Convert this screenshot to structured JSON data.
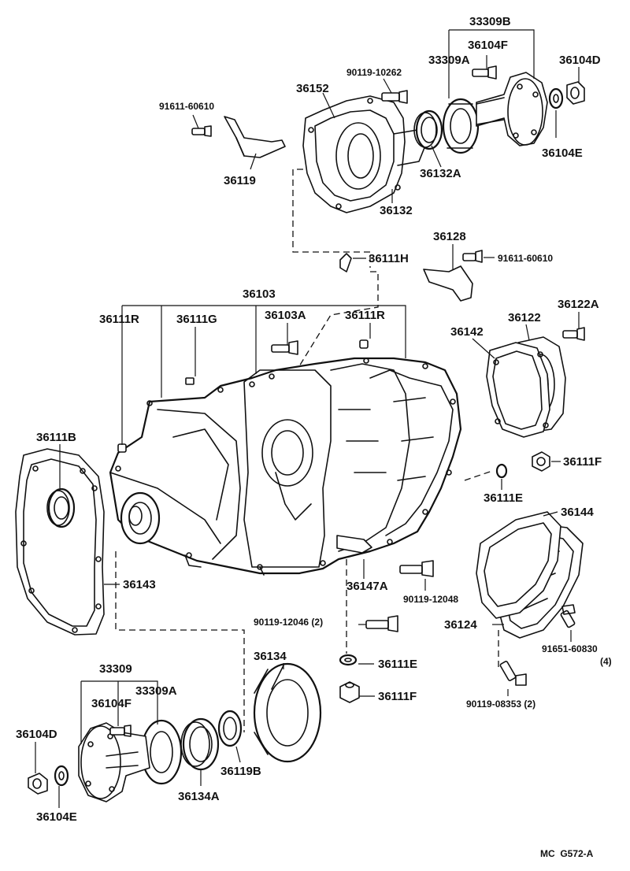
{
  "labels": {
    "p33309B": "33309B",
    "p36104F_top": "36104F",
    "p33309A_top": "33309A",
    "p36104D_top": "36104D",
    "p90119_10262": "90119-10262",
    "p36152": "36152",
    "p91611_60610_left": "91611-60610",
    "p36104E_top": "36104E",
    "p36132A": "36132A",
    "p36119": "36119",
    "p36132": "36132",
    "p36128": "36128",
    "p36111H": "36111H",
    "p91611_60610_right": "91611-60610",
    "p36103": "36103",
    "p36122A": "36122A",
    "p36111R_left": "36111R",
    "p36111G": "36111G",
    "p36103A": "36103A",
    "p36111R_right": "36111R",
    "p36142": "36142",
    "p36122": "36122",
    "p36111B": "36111B",
    "p36111F_right": "36111F",
    "p36111E_right": "36111E",
    "p36144": "36144",
    "p36143": "36143",
    "p36147A": "36147A",
    "p90119_12048": "90119-12048",
    "p90119_12046": "90119-12046 (2)",
    "p36124": "36124",
    "p91651_60830": "91651-60830",
    "p91651_qty": "(4)",
    "p33309": "33309",
    "p36134": "36134",
    "p36111E_bottom": "36111E",
    "p36104F_bottom": "36104F",
    "p33309A_bottom": "33309A",
    "p36111F_bottom": "36111F",
    "p90119_08353": "90119-08353 (2)",
    "p36104D_bottom": "36104D",
    "p36119B": "36119B",
    "p36134A": "36134A",
    "p36104E_bottom": "36104E",
    "drawing_code": "MC  G572-A"
  }
}
